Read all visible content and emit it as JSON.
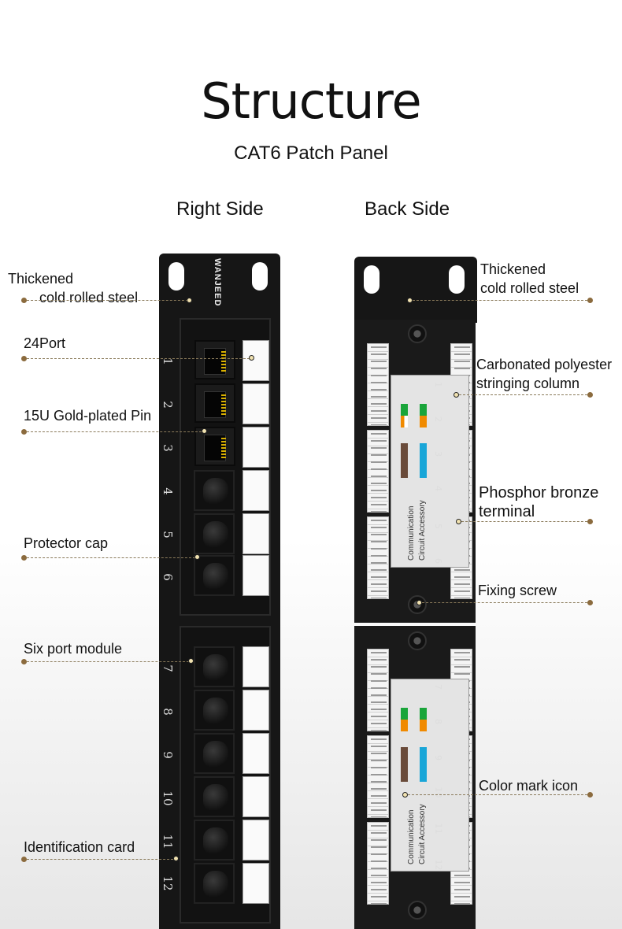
{
  "header": {
    "title": "Structure",
    "subtitle": "CAT6 Patch Panel"
  },
  "sides": {
    "right": "Right Side",
    "back": "Back Side"
  },
  "brand": "WANJEED",
  "left_labels": {
    "steel_line1": "Thickened",
    "steel_line2": "cold rolled steel",
    "ports": "24Port",
    "pin": "15U Gold-plated Pin",
    "cap": "Protector cap",
    "module": "Six port module",
    "card": "Identification card"
  },
  "right_labels": {
    "steel_line1": "Thickened",
    "steel_line2": "cold rolled steel",
    "column_line1": "Carbonated polyester",
    "column_line2": "stringing column",
    "terminal_line1": "Phosphor bronze",
    "terminal_line2": "terminal",
    "screw": "Fixing screw",
    "color": "Color mark icon"
  },
  "front_ports": [
    "1",
    "2",
    "3",
    "4",
    "5",
    "6",
    "7",
    "8",
    "9",
    "10",
    "11",
    "12"
  ],
  "back_ports": [
    "1",
    "2",
    "3",
    "4",
    "5",
    "6",
    "7",
    "8",
    "9",
    "10",
    "11",
    "12"
  ],
  "plate_text": {
    "line1": "Communication",
    "line2": "Circuit Accessory"
  },
  "colors": {
    "accent_dot": "#8b6b3e",
    "panel": "#161616",
    "pin_gold": "#d9b000"
  }
}
